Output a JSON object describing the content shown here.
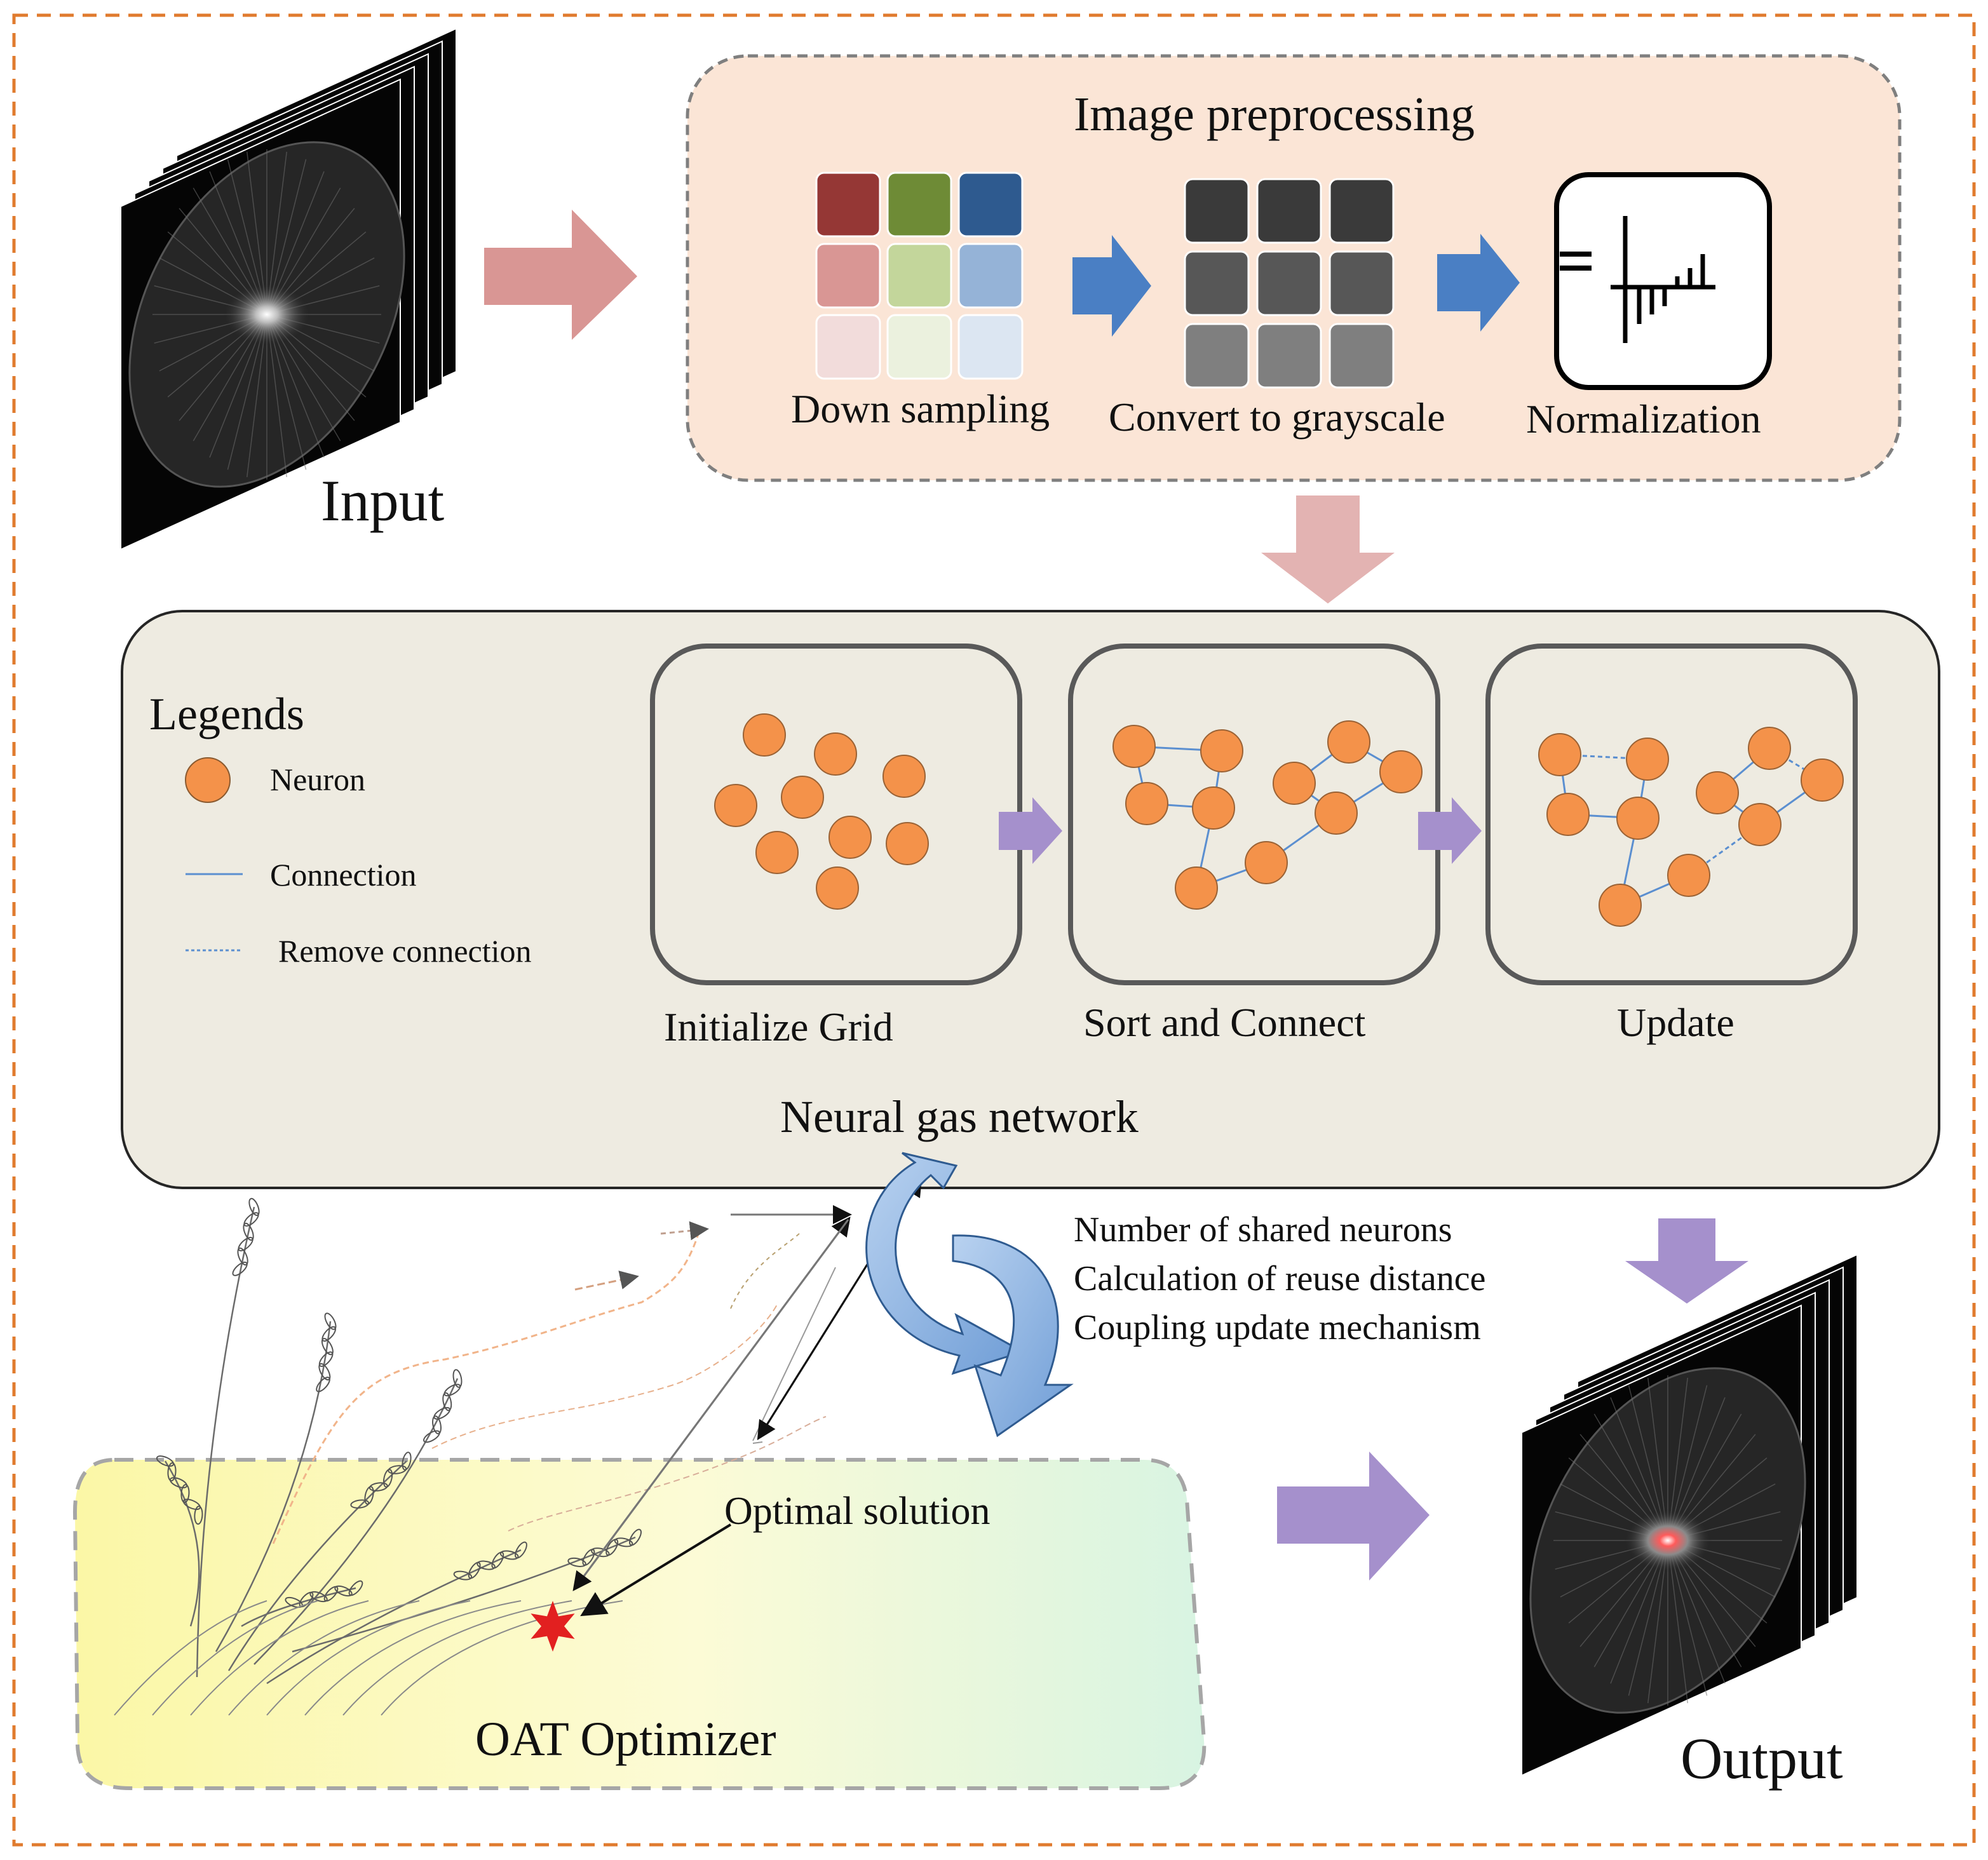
{
  "input": {
    "label": "Input"
  },
  "output": {
    "label": "Output"
  },
  "preprocessing": {
    "title": "Image preprocessing",
    "steps": [
      {
        "label": "Down sampling"
      },
      {
        "label": "Convert to grayscale"
      },
      {
        "label": "Normalization"
      }
    ],
    "color_grid": [
      "#953735",
      "#6e8b36",
      "#2e5a8f",
      "#d99694",
      "#c3d69b",
      "#95b3d7",
      "#f2dcdb",
      "#ebf1de",
      "#dce6f2"
    ],
    "gray_grid": [
      "#3a3a3a",
      "#3a3a3a",
      "#3a3a3a",
      "#575757",
      "#575757",
      "#575757",
      "#7f7f7f",
      "#7f7f7f",
      "#7f7f7f"
    ]
  },
  "neural_gas": {
    "title": "Neural gas network",
    "legend": {
      "title": "Legends",
      "items": [
        {
          "label": "Neuron"
        },
        {
          "label": "Connection"
        },
        {
          "label": "Remove connection"
        }
      ]
    },
    "stages": [
      {
        "label": "Initialize Grid"
      },
      {
        "label": "Sort and Connect"
      },
      {
        "label": "Update"
      }
    ]
  },
  "coupling": {
    "lines": [
      "Number of shared neurons",
      "Calculation of reuse distance",
      "Coupling update mechanism"
    ]
  },
  "optimizer": {
    "title": "OAT Optimizer",
    "annotation": "Optimal solution"
  },
  "colors": {
    "frame_dash": "#e07b2e",
    "preproc_bg": "#fbe5d6",
    "ngn_bg": "#eeebe1",
    "neuron": "#f4924a",
    "connection": "#5b8fd0",
    "pink_arrow": "#d99694",
    "blue_arrow": "#4a7fc4",
    "purple_arrow": "#a590cc",
    "star": "#e22020"
  }
}
